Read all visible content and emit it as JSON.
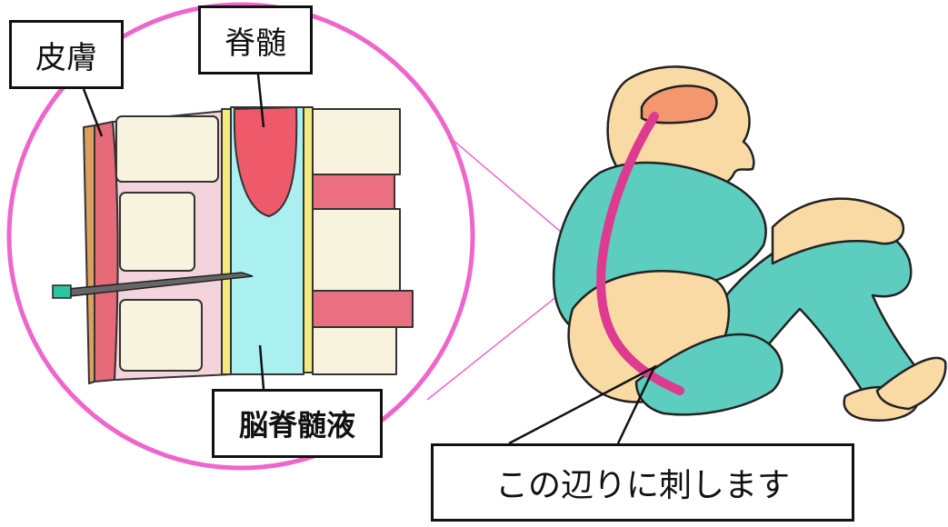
{
  "labels": {
    "skin": "皮膚",
    "spinal_cord": "脊髄",
    "csf": "脳脊髄液",
    "callout": "この辺りに刺します"
  },
  "colors": {
    "circle": "#ee66cc",
    "skin_layer": "#e66a78",
    "vertebra": "#f8f3de",
    "disc": "#ea6f80",
    "spinal_cord": "#ee5a6a",
    "csf": "#aaf0f0",
    "ligament": "#f4d4dc",
    "gown": "#5ccdbf",
    "body_skin": "#f9d9a4",
    "spine_line": "#dd3b8f",
    "brain": "#f3986e",
    "needle_hub": "#2ec4a0"
  }
}
